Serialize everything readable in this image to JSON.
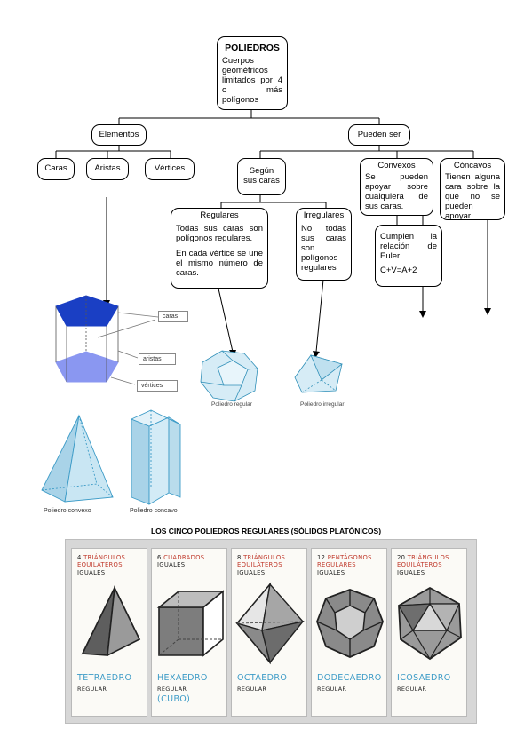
{
  "root": {
    "title": "POLIEDROS",
    "text": "Cuerpos geométricos limitados por 4 o más polígonos"
  },
  "elementos": {
    "title": "Elementos",
    "items": [
      "Caras",
      "Aristas",
      "Vértices"
    ]
  },
  "pueden_ser": {
    "title": "Pueden ser",
    "segun": "Según sus caras",
    "regulares": {
      "title": "Regulares",
      "text1": "Todas sus caras son polígonos regulares.",
      "text2": "En cada vértice se une el mismo número de caras."
    },
    "irregulares": {
      "title": "Irregulares",
      "text": "No todas sus caras son polígonos regulares"
    },
    "convexos": {
      "title": "Convexos",
      "text": "Se pueden apoyar sobre cualquiera de sus caras."
    },
    "euler": {
      "text": "Cumplen la relación de Euler:",
      "formula": "C+V=A+2"
    },
    "concavos": {
      "title": "Cóncavos",
      "text": "Tienen alguna cara sobre la que no se pueden apoyar"
    }
  },
  "prism_labels": [
    "caras",
    "aristas",
    "vértices"
  ],
  "captions": {
    "regular": "Poliedro regular",
    "irregular": "Poliedro irregular",
    "convexo": "Poliedro convexo",
    "concavo": "Poliedro concavo"
  },
  "platonic": {
    "title": "LOS CINCO POLIEDROS REGULARES (SÓLIDOS PLATÓNICOS)",
    "solids": [
      {
        "count": "4",
        "red": "TRIÁNGULOS EQUILÁTEROS",
        "black": "IGUALES",
        "name": "TETRAEDRO",
        "reg": "REGULAR",
        "extra": "",
        "icon": "tetrahedron-icon"
      },
      {
        "count": "6",
        "red": "CUADRADOS",
        "black": "IGUALES",
        "name": "HEXAEDRO",
        "reg": "REGULAR",
        "extra": "(CUBO)",
        "icon": "cube-icon"
      },
      {
        "count": "8",
        "red": "TRIÁNGULOS EQUILÁTEROS",
        "black": "IGUALES",
        "name": "OCTAEDRO",
        "reg": "REGULAR",
        "extra": "",
        "icon": "octahedron-icon"
      },
      {
        "count": "12",
        "red": "PENTÁGONOS REGULARES",
        "black": "IGUALES",
        "name": "DODECAEDRO",
        "reg": "REGULAR",
        "extra": "",
        "icon": "dodecahedron-icon"
      },
      {
        "count": "20",
        "red": "TRIÁNGULOS EQUILÁTEROS",
        "black": "IGUALES",
        "name": "ICOSAEDRO",
        "reg": "REGULAR",
        "extra": "",
        "icon": "icosahedron-icon"
      }
    ]
  },
  "colors": {
    "accent_blue": "#3c9bc7",
    "dark_blue": "#1a3fc4",
    "light_blue": "#a9d3e8",
    "red": "#c0392b"
  }
}
